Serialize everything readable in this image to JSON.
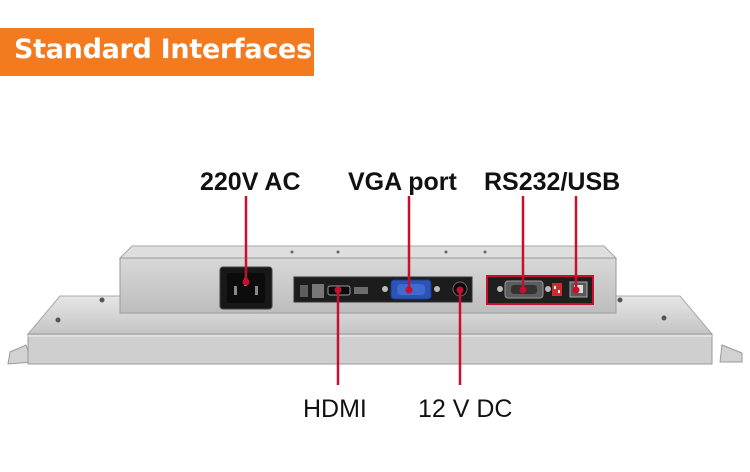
{
  "banner": {
    "title": "Standard Interfaces",
    "color": "#f37a1f"
  },
  "callouts": {
    "power_ac": "220V AC",
    "vga": "VGA port",
    "rs232_usb": "RS232/USB",
    "hdmi": "HDMI",
    "dc": "12 V DC"
  },
  "colors": {
    "callout_line": "#c8102e",
    "chassis": "#c9c9c9",
    "panel": "#1c1c1c"
  }
}
